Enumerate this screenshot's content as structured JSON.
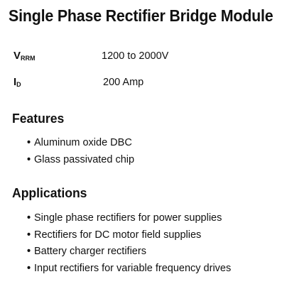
{
  "title": "Single Phase Rectifier Bridge Module",
  "specs": [
    {
      "symbol": "V",
      "subscript": "RRM",
      "value": "1200 to 2000V"
    },
    {
      "symbol": "I",
      "subscript": "D",
      "value": "200 Amp"
    }
  ],
  "features": {
    "heading": "Features",
    "items": [
      "Aluminum oxide DBC",
      "Glass passivated chip"
    ]
  },
  "applications": {
    "heading": "Applications",
    "items": [
      "Single phase rectifiers for power supplies",
      "Rectifiers for DC motor field supplies",
      "Battery charger rectifiers",
      "Input rectifiers for variable frequency drives"
    ]
  },
  "bullet_char": "•"
}
